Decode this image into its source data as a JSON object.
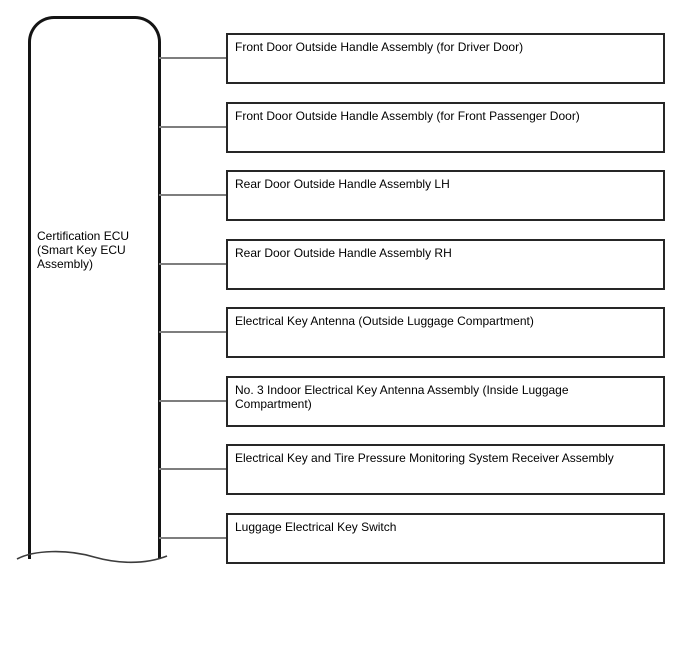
{
  "diagram": {
    "root": {
      "label": "Certification ECU\n(Smart Key ECU\nAssembly)"
    },
    "nodes": [
      "Front Door Outside Handle Assembly (for Driver Door)",
      "Front Door Outside Handle Assembly (for Front Passenger Door)",
      "Rear Door Outside Handle Assembly LH",
      "Rear Door Outside Handle Assembly RH",
      "Electrical Key Antenna (Outside Luggage Compartment)",
      "No. 3 Indoor Electrical Key Antenna Assembly (Inside Luggage\nCompartment)",
      "Electrical Key and Tire Pressure Monitoring System Receiver Assembly",
      "Luggage Electrical Key Switch"
    ],
    "colors": {
      "background": "#ffffff",
      "ecu_border": "#141414",
      "node_border": "#262626",
      "connector": "#7e7e7e",
      "text": "#000000"
    }
  }
}
